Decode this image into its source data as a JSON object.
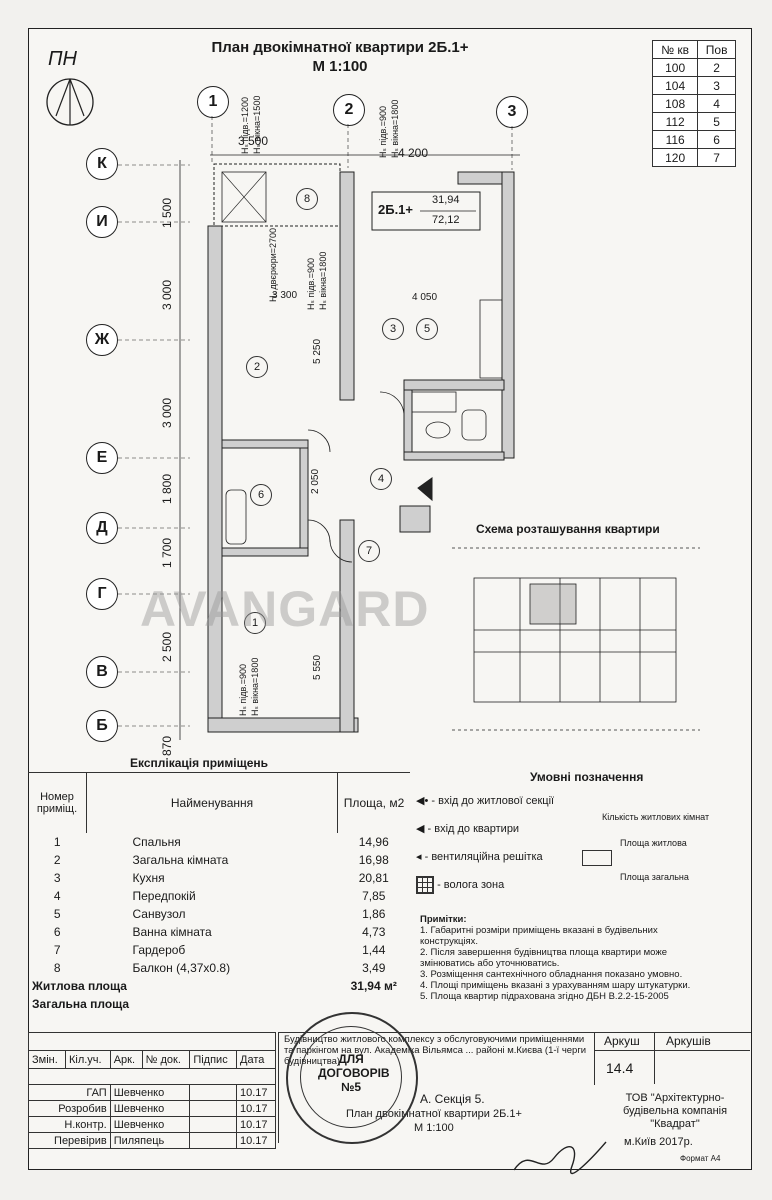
{
  "header": {
    "north": "ПН",
    "title_line1": "План двокімнатної квартири 2Б.1+",
    "title_line2": "М 1:100"
  },
  "kv_table": {
    "headers": [
      "№ кв",
      "Пов"
    ],
    "rows": [
      [
        "100",
        "2"
      ],
      [
        "104",
        "3"
      ],
      [
        "108",
        "4"
      ],
      [
        "112",
        "5"
      ],
      [
        "116",
        "6"
      ],
      [
        "120",
        "7"
      ]
    ]
  },
  "axes": {
    "top": [
      "1",
      "2",
      "3"
    ],
    "left": [
      "К",
      "И",
      "Ж",
      "Е",
      "Д",
      "Г",
      "В",
      "Б"
    ]
  },
  "dims": {
    "top": [
      "3 500",
      "4 200"
    ],
    "left": [
      "1 500",
      "3 000",
      "3 000",
      "1 800",
      "1 700",
      "2 500",
      "870"
    ],
    "inner": [
      "3 300",
      "4 050",
      "5 250",
      "2 050",
      "5 550"
    ],
    "height_labels": [
      "Hₛ підв.=1200",
      "Hₛ вікна=1500",
      "Hₛ підв.=900",
      "Hₛ вікна=1800",
      "Hₛ двєрюри=2700",
      "Hₛ підв.=900",
      "Hₛ вікна=1800",
      "Hₛ підв.=900",
      "Hₛ вікна=1800"
    ]
  },
  "plan": {
    "apt_code": "2Б.1+",
    "area_living": "31,94",
    "area_total": "72,12",
    "room_numbers": [
      "8",
      "2",
      "3",
      "5",
      "6",
      "4",
      "7",
      "1"
    ]
  },
  "scheme": {
    "title": "Схема розташування квартири"
  },
  "watermark": "AVANGARD",
  "explication": {
    "title": "Експлікація приміщень",
    "headers": [
      "Номер приміщ.",
      "Найменування",
      "Площа, м2"
    ],
    "rows": [
      [
        "1",
        "Спальня",
        "14,96"
      ],
      [
        "2",
        "Загальна кімната",
        "16,98"
      ],
      [
        "3",
        "Кухня",
        "20,81"
      ],
      [
        "4",
        "Передпокій",
        "7,85"
      ],
      [
        "5",
        "Санвузол",
        "1,86"
      ],
      [
        "6",
        "Ванна кімната",
        "4,73"
      ],
      [
        "7",
        "Гардероб",
        "1,44"
      ],
      [
        "8",
        "Балкон (4,37х0.8)",
        "3,49"
      ]
    ],
    "living_label": "Житлова площа",
    "living_value": "31,94 м²",
    "total_label": "Загальна площа"
  },
  "legend": {
    "title": "Умовні позначення",
    "items": [
      "- вхід до житлової секції",
      "- вхід до квартири",
      "- вентиляційна решітка",
      "- волога зона"
    ],
    "key_labels": [
      "Кількість житлових кімнат",
      "Площа житлова",
      "Площа загальна"
    ]
  },
  "notes": {
    "title": "Примітки:",
    "items": [
      "1. Габаритні розміри приміщень вказані в будівельних конструкціях.",
      "2. Після завершення будівництва площа квартири може змінюватись або уточнюватись.",
      "3. Розміщення сантехнічного обладнання показано умовно.",
      "4. Площі приміщень вказані з урахуванням шару штукатурки.",
      "5. Площа квартир підрахована згідно ДБН В.2.2-15-2005"
    ]
  },
  "stamp": {
    "cols": [
      "Змін.",
      "Кіл.уч.",
      "Арк.",
      "№ док.",
      "Підпис",
      "Дата"
    ],
    "people": [
      [
        "ГАП",
        "Шевченко",
        "10.17"
      ],
      [
        "Розробив",
        "Шевченко",
        "10.17"
      ],
      [
        "Н.контр.",
        "Шевченко",
        "10.17"
      ],
      [
        "Перевірив",
        "Пиляпець",
        "10.17"
      ]
    ],
    "project_text": "Будівництво житлового комплексу з обслуговуючими приміщеннями та паркінгом на вул. Академіка Вільямса ... районі м.Києва (1-ї черги будівництва)",
    "section": "А. Секція 5.",
    "drawing_name": "План двокімнатної квартири 2Б.1+",
    "scale": "М 1:100",
    "sheet_label": "Аркуш",
    "sheets_label": "Аркушів",
    "sheet_no": "14.4",
    "company": "ТОВ \"Архітектурно-будівельна компанія \"Квадрат\"",
    "city": "м.Київ 2017р.",
    "format": "Формат А4",
    "seal_text": "ДЛЯ ДОГОВОРІВ №5"
  }
}
